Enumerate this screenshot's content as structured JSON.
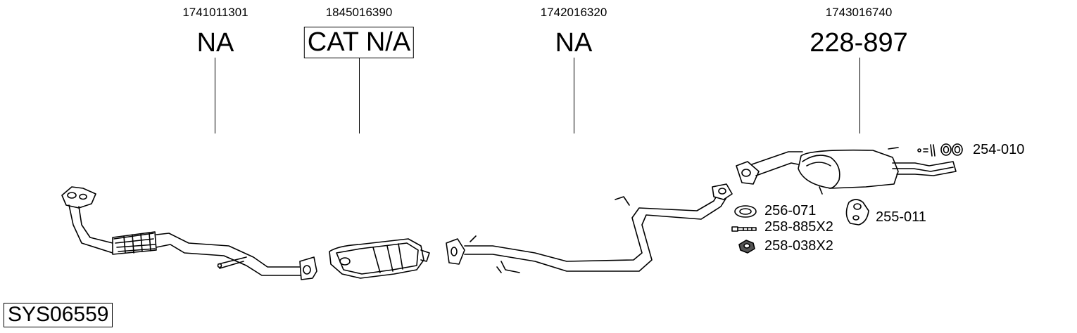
{
  "columns": [
    {
      "oem": "1741011301",
      "code": "NA",
      "boxed": false
    },
    {
      "oem": "1845016390",
      "code": "CAT N/A",
      "boxed": true
    },
    {
      "oem": "1742016320",
      "code": "NA",
      "boxed": false
    },
    {
      "oem": "1743016740",
      "code": "228-897",
      "boxed": false
    }
  ],
  "parts": {
    "clamp": "254-010",
    "gasket": "256-071",
    "bolt": "258-885X2",
    "nut": "258-038X2",
    "hanger": "255-011"
  },
  "system_id": "SYS06559"
}
